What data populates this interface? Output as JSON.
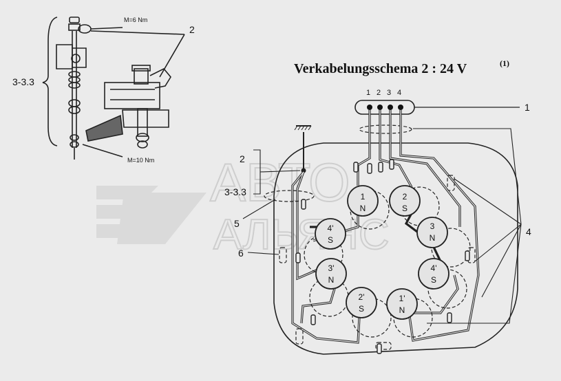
{
  "title": "Verkabelungsschema 2 : 24 V",
  "title_sup": "(1)",
  "torques": {
    "top": "M=6 Nm",
    "bottom": "M=10 Nm"
  },
  "callouts": {
    "c1": "1",
    "c2_detail": "2",
    "c33_detail": "3-3.3",
    "c2_main": "2",
    "c33_main": "3-3.3",
    "c4": "4",
    "c5": "5",
    "c6": "6"
  },
  "terminals": [
    "1",
    "2",
    "3",
    "4"
  ],
  "poles": [
    {
      "id": "1",
      "pol": "N"
    },
    {
      "id": "2",
      "pol": "S"
    },
    {
      "id": "3",
      "pol": "N"
    },
    {
      "id": "4'",
      "pol": "S"
    },
    {
      "id": "1'",
      "pol": "N"
    },
    {
      "id": "2'",
      "pol": "S"
    },
    {
      "id": "3'",
      "pol": "N"
    },
    {
      "id": "4'",
      "pol": "S"
    }
  ],
  "watermark": {
    "line1": "АВТО",
    "line2": "АЛЬЯНС"
  }
}
